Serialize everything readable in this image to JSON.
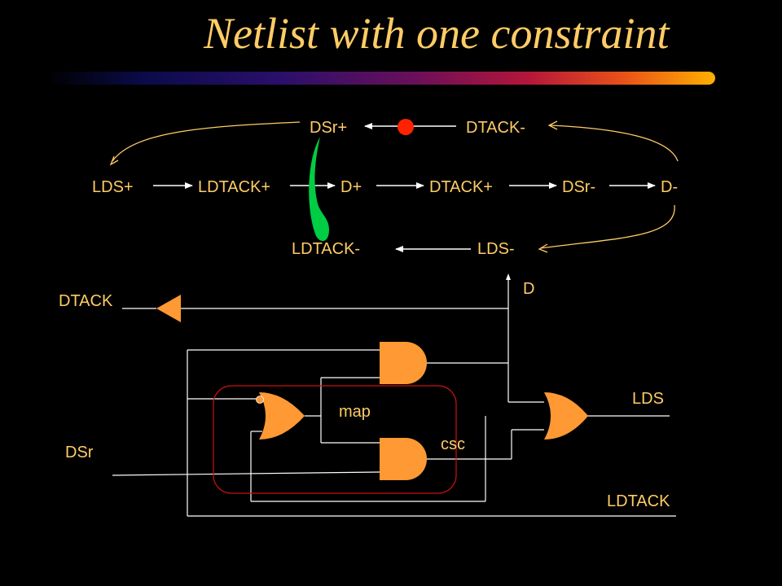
{
  "title": "Netlist with one constraint",
  "colors": {
    "background": "#000000",
    "text": "#ffcc66",
    "wire": "#ffffff",
    "gate": "#ff9933",
    "flow_arrow": "#00cc44",
    "constraint_dot": "#ff2200",
    "map_box": "#cc1111"
  },
  "stg": {
    "top_row": [
      "DSr+",
      "DTACK-"
    ],
    "middle_row": [
      "LDS+",
      "LDTACK+",
      "D+",
      "DTACK+",
      "DSr-",
      "D-"
    ],
    "bottom_row": [
      "LDTACK-",
      "LDS-"
    ]
  },
  "circuit": {
    "labels": {
      "dtack": "DTACK",
      "d": "D",
      "lds": "LDS",
      "dsr": "DSr",
      "ldtack": "LDTACK",
      "map": "map",
      "csc": "csc"
    }
  }
}
